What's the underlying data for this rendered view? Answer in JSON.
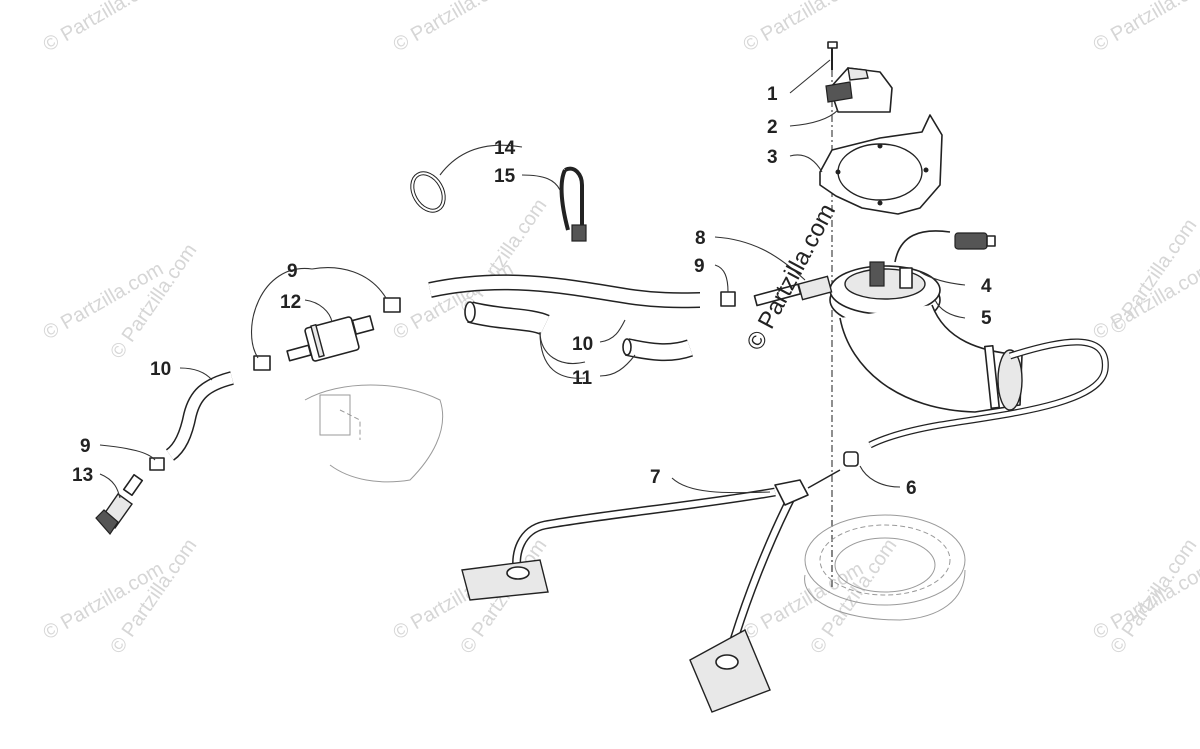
{
  "watermark": {
    "text": "Partzilla.com",
    "symbol": "©",
    "center_text": "© Partzilla.com"
  },
  "callouts": {
    "c1": "1",
    "c2": "2",
    "c3": "3",
    "c4": "4",
    "c5": "5",
    "c6": "6",
    "c7": "7",
    "c8": "8",
    "c9a": "9",
    "c9b": "9",
    "c9c": "9",
    "c10a": "10",
    "c10b": "10",
    "c11": "11",
    "c12": "12",
    "c13": "13",
    "c14": "14",
    "c15": "15"
  }
}
